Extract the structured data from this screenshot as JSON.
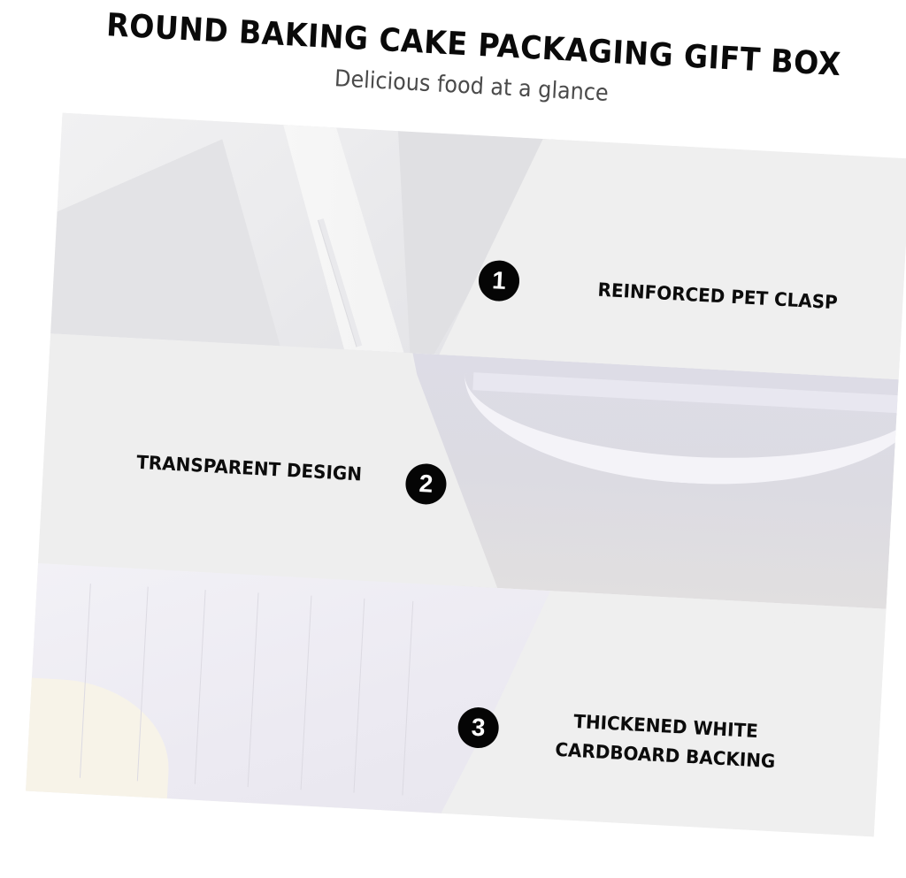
{
  "header": {
    "title": "ROUND BAKING CAKE PACKAGING GIFT BOX",
    "subtitle": "Delicious food at a glance"
  },
  "features": [
    {
      "number": "1",
      "label": "REINFORCED PET CLASP",
      "lines": [
        "REINFORCED PET CLASP"
      ]
    },
    {
      "number": "2",
      "label": "TRANSPARENT DESIGN",
      "lines": [
        "TRANSPARENT DESIGN"
      ]
    },
    {
      "number": "3",
      "label": "THICKENED WHITE CARDBOARD BACKING",
      "lines": [
        "THICKENED WHITE",
        "CARDBOARD BACKING"
      ]
    }
  ],
  "colors": {
    "background": "#ffffff",
    "panel": "#efefef",
    "badge": "#050505",
    "badge_text": "#ffffff",
    "title_text": "#0a0a0a",
    "subtitle_text": "#4a4a4a"
  }
}
